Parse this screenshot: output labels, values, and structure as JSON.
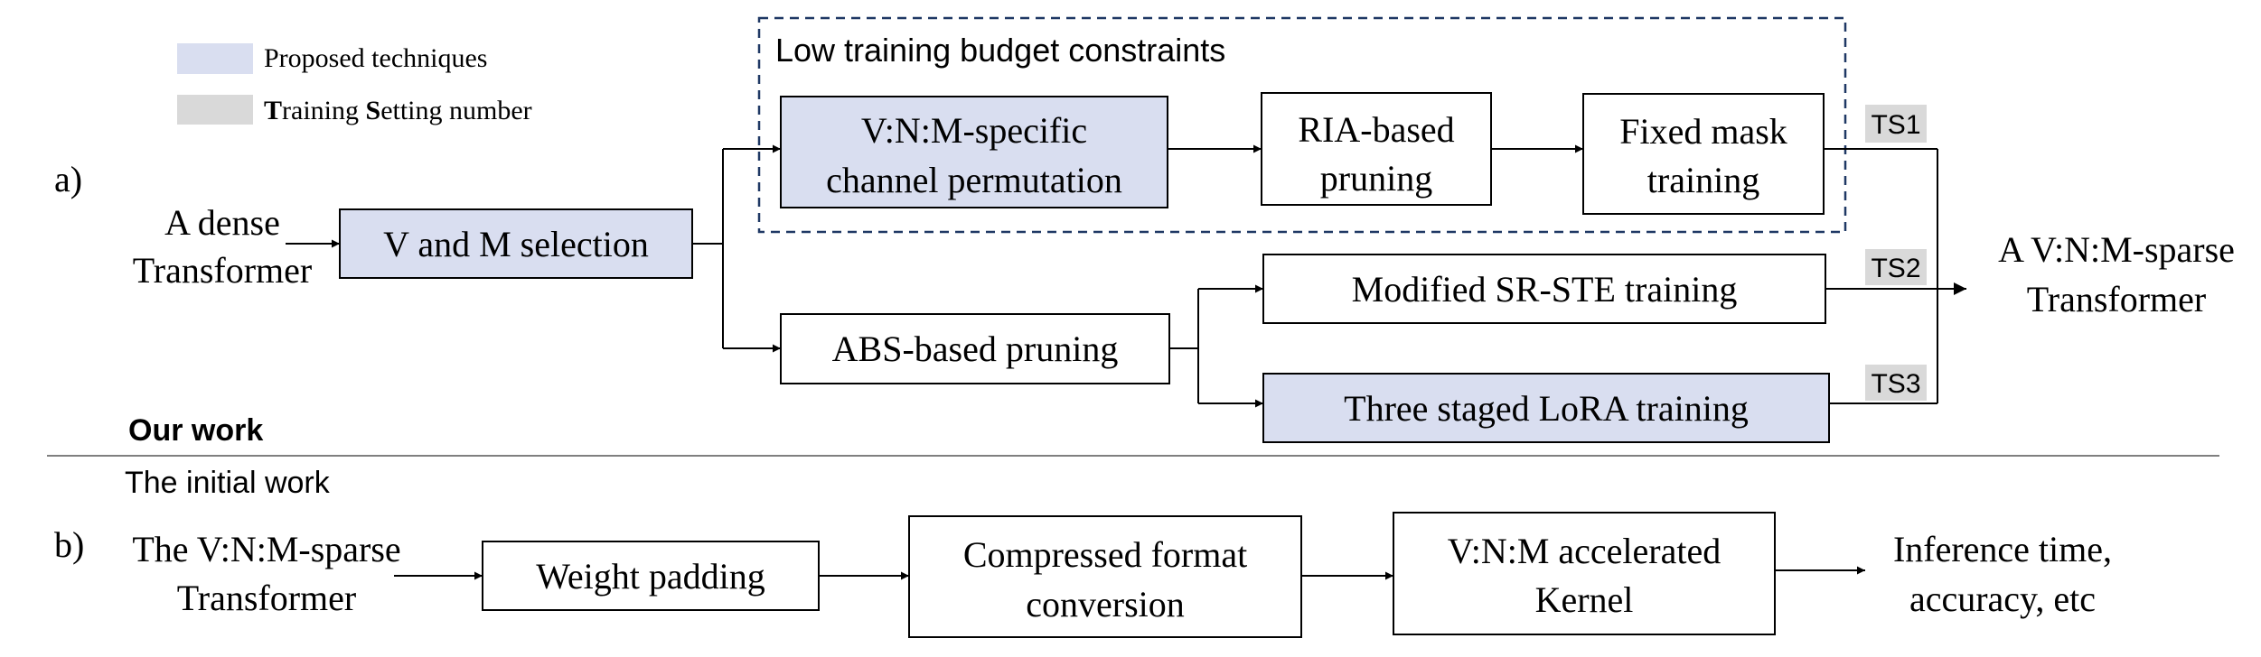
{
  "legend": {
    "proposed": {
      "label": "Proposed techniques",
      "color": "#d9def0"
    },
    "setting": {
      "bold_t": "T",
      "text_a": "raining ",
      "bold_s": "S",
      "text_b": "etting number",
      "color": "#d9d9d9"
    }
  },
  "part_a": {
    "label": "a)",
    "input": {
      "line1": "A dense",
      "line2": "Transformer"
    },
    "selection": "V and M selection",
    "constraint_label": "Low training budget constraints",
    "permutation": {
      "line1": "V:N:M-specific",
      "line2": "channel permutation"
    },
    "ria": {
      "line1": "RIA-based",
      "line2": "pruning"
    },
    "fixed_mask": {
      "line1": "Fixed mask",
      "line2": "training"
    },
    "abs": "ABS-based pruning",
    "srste": "Modified SR-STE training",
    "lora": "Three staged LoRA training",
    "ts": [
      "TS1",
      "TS2",
      "TS3"
    ],
    "output": {
      "line1": "A V:N:M-sparse",
      "line2": "Transformer"
    }
  },
  "section_labels": {
    "ours": "Our work",
    "initial": "The initial work"
  },
  "part_b": {
    "label": "b)",
    "input": {
      "line1": "The V:N:M-sparse",
      "line2": "Transformer"
    },
    "padding": "Weight padding",
    "compressed": {
      "line1": "Compressed format",
      "line2": "conversion"
    },
    "kernel": {
      "line1": "V:N:M accelerated",
      "line2": "Kernel"
    },
    "output": {
      "line1": "Inference time,",
      "line2": "accuracy, etc"
    }
  },
  "colors": {
    "proposed_fill": "#d9def0",
    "ts_fill": "#d9d9d9",
    "dashed_border": "#1f3864"
  }
}
